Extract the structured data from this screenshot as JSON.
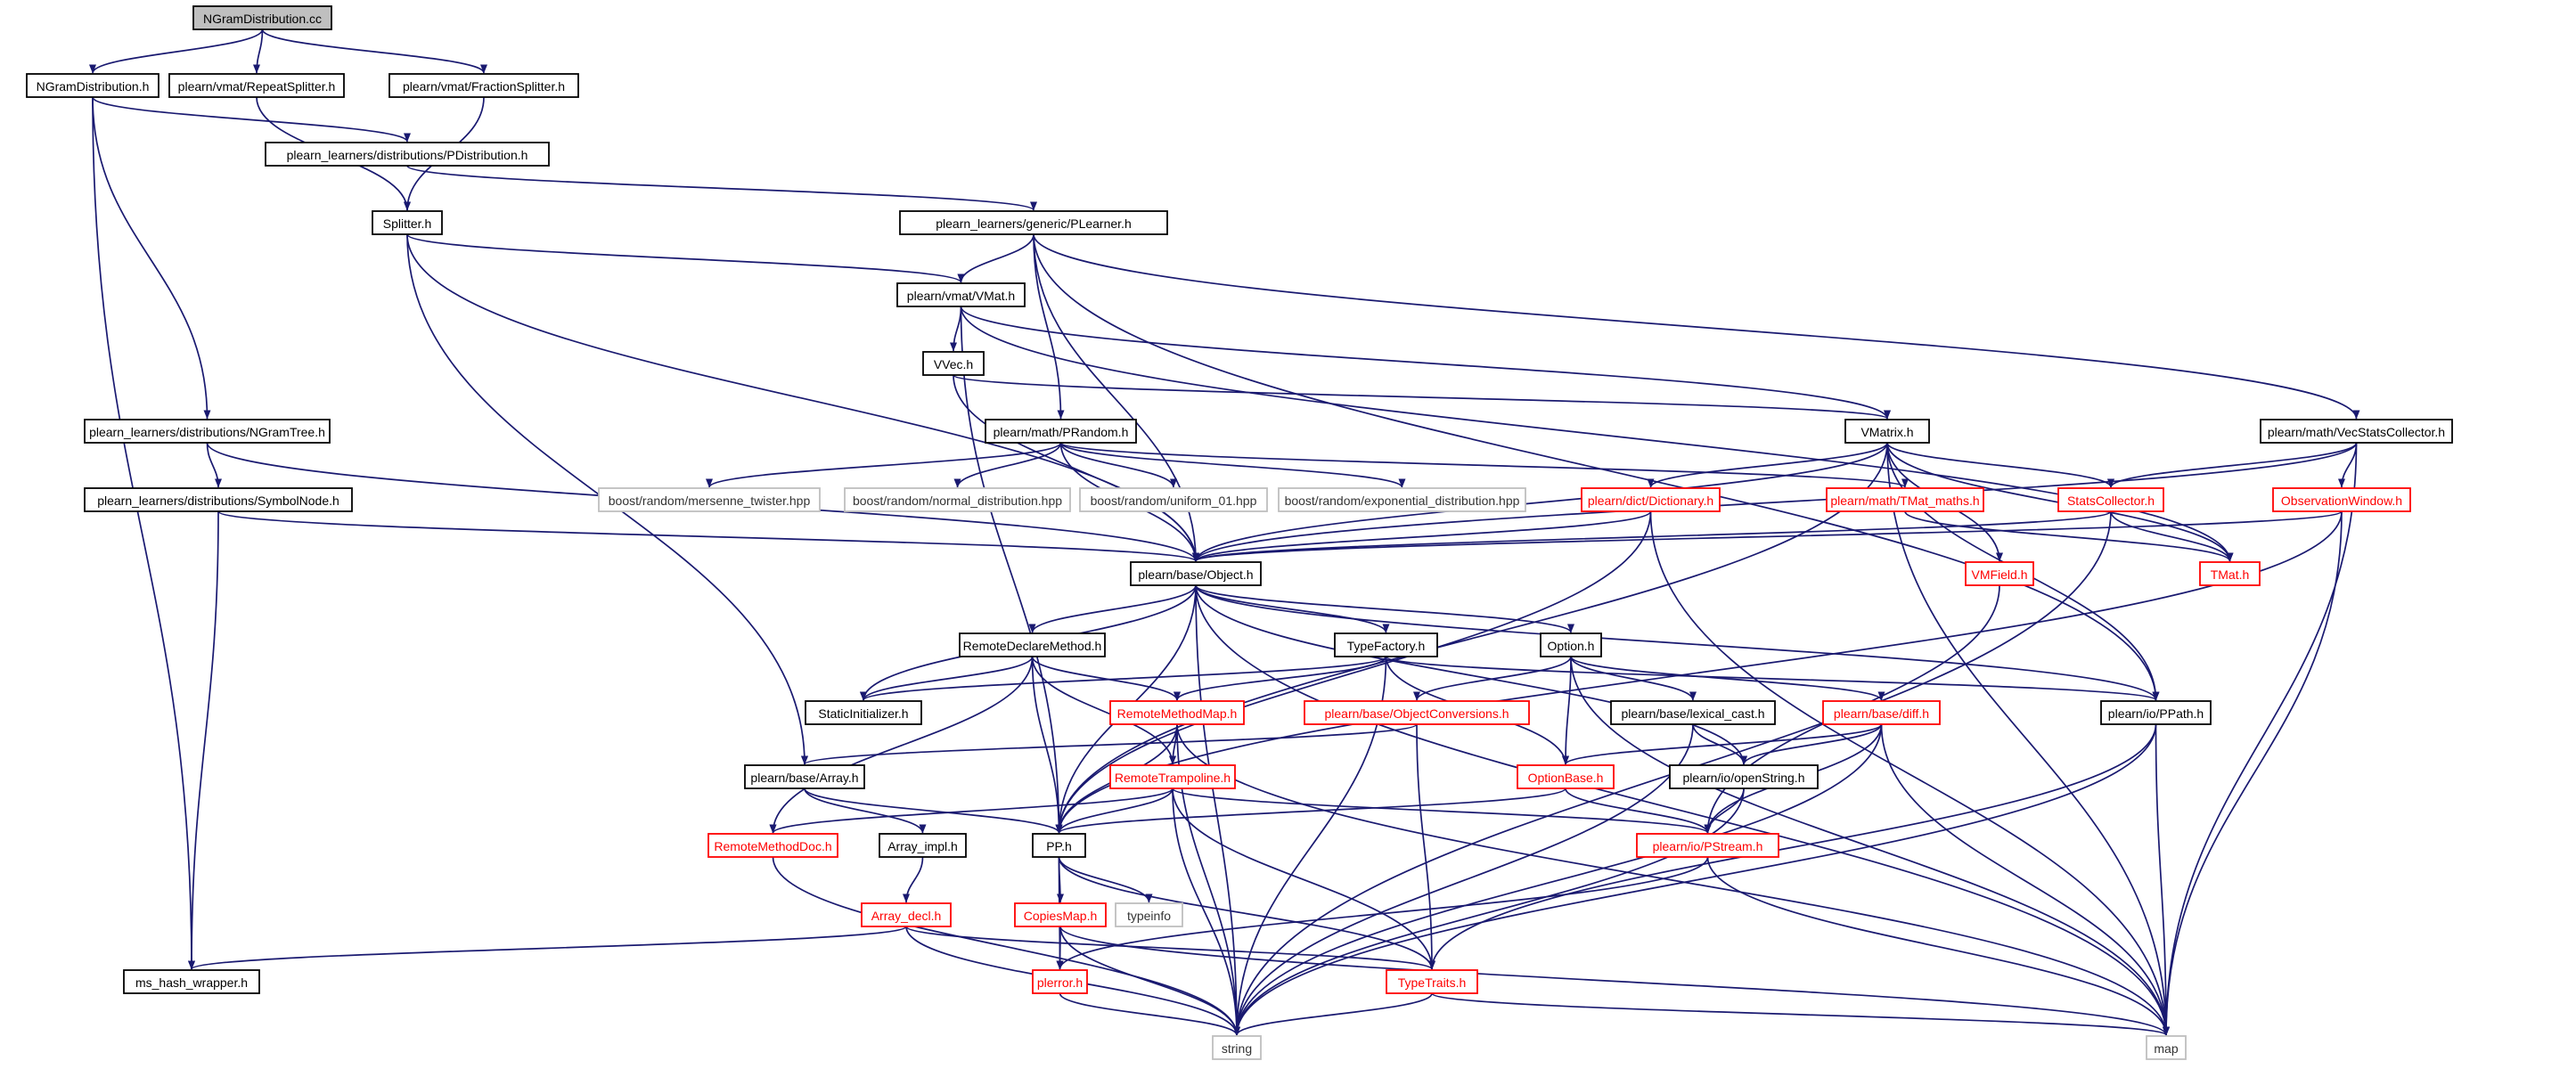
{
  "colors": {
    "edge": "#191970",
    "box_normal": "#000000",
    "box_missing": "#ff0000",
    "box_external": "#bfbfbf",
    "focus_fill": "#bfbfbf",
    "text_normal": "#000000",
    "text_missing": "#ff0000",
    "text_external": "#333333"
  },
  "nodes": [
    {
      "id": "ngdist_cc",
      "label": "NGramDistribution.cc",
      "kind": "focus"
    },
    {
      "id": "ngdist_h",
      "label": "NGramDistribution.h",
      "kind": "normal"
    },
    {
      "id": "repeat",
      "label": "plearn/vmat/RepeatSplitter.h",
      "kind": "normal"
    },
    {
      "id": "fraction",
      "label": "plearn/vmat/FractionSplitter.h",
      "kind": "normal"
    },
    {
      "id": "pdist",
      "label": "plearn_learners/distributions/PDistribution.h",
      "kind": "normal"
    },
    {
      "id": "splitter",
      "label": "Splitter.h",
      "kind": "normal"
    },
    {
      "id": "plearner",
      "label": "plearn_learners/generic/PLearner.h",
      "kind": "normal"
    },
    {
      "id": "vmat",
      "label": "plearn/vmat/VMat.h",
      "kind": "normal"
    },
    {
      "id": "vvec",
      "label": "VVec.h",
      "kind": "normal"
    },
    {
      "id": "ngramtree",
      "label": "plearn_learners/distributions/NGramTree.h",
      "kind": "normal"
    },
    {
      "id": "symbolnode",
      "label": "plearn_learners/distributions/SymbolNode.h",
      "kind": "normal"
    },
    {
      "id": "prandom",
      "label": "plearn/math/PRandom.h",
      "kind": "normal"
    },
    {
      "id": "vmatrix",
      "label": "VMatrix.h",
      "kind": "normal"
    },
    {
      "id": "vecstats",
      "label": "plearn/math/VecStatsCollector.h",
      "kind": "normal"
    },
    {
      "id": "mersenne",
      "label": "boost/random/mersenne_twister.hpp",
      "kind": "external"
    },
    {
      "id": "normal_dist",
      "label": "boost/random/normal_distribution.hpp",
      "kind": "external"
    },
    {
      "id": "uniform01",
      "label": "boost/random/uniform_01.hpp",
      "kind": "external"
    },
    {
      "id": "expdist",
      "label": "boost/random/exponential_distribution.hpp",
      "kind": "external"
    },
    {
      "id": "dictionary",
      "label": "plearn/dict/Dictionary.h",
      "kind": "missing"
    },
    {
      "id": "tmat_maths",
      "label": "plearn/math/TMat_maths.h",
      "kind": "missing"
    },
    {
      "id": "statscollector",
      "label": "StatsCollector.h",
      "kind": "missing"
    },
    {
      "id": "obswindow",
      "label": "ObservationWindow.h",
      "kind": "missing"
    },
    {
      "id": "object",
      "label": "plearn/base/Object.h",
      "kind": "normal"
    },
    {
      "id": "vmfield",
      "label": "VMField.h",
      "kind": "missing"
    },
    {
      "id": "tmat",
      "label": "TMat.h",
      "kind": "missing"
    },
    {
      "id": "remotedecl",
      "label": "RemoteDeclareMethod.h",
      "kind": "normal"
    },
    {
      "id": "typefactory",
      "label": "TypeFactory.h",
      "kind": "normal"
    },
    {
      "id": "option",
      "label": "Option.h",
      "kind": "normal"
    },
    {
      "id": "staticinit",
      "label": "StaticInitializer.h",
      "kind": "normal"
    },
    {
      "id": "remotemethodmap",
      "label": "RemoteMethodMap.h",
      "kind": "missing"
    },
    {
      "id": "objconv",
      "label": "plearn/base/ObjectConversions.h",
      "kind": "missing"
    },
    {
      "id": "lexical",
      "label": "plearn/base/lexical_cast.h",
      "kind": "normal"
    },
    {
      "id": "diff",
      "label": "plearn/base/diff.h",
      "kind": "missing"
    },
    {
      "id": "ppath",
      "label": "plearn/io/PPath.h",
      "kind": "normal"
    },
    {
      "id": "array",
      "label": "plearn/base/Array.h",
      "kind": "normal"
    },
    {
      "id": "remotetramp",
      "label": "RemoteTrampoline.h",
      "kind": "missing"
    },
    {
      "id": "optionbase",
      "label": "OptionBase.h",
      "kind": "missing"
    },
    {
      "id": "openstring",
      "label": "plearn/io/openString.h",
      "kind": "normal"
    },
    {
      "id": "remotemethoddoc",
      "label": "RemoteMethodDoc.h",
      "kind": "missing"
    },
    {
      "id": "array_impl",
      "label": "Array_impl.h",
      "kind": "normal"
    },
    {
      "id": "pp",
      "label": "PP.h",
      "kind": "normal"
    },
    {
      "id": "pstream",
      "label": "plearn/io/PStream.h",
      "kind": "missing"
    },
    {
      "id": "array_decl",
      "label": "Array_decl.h",
      "kind": "missing"
    },
    {
      "id": "copiesmap",
      "label": "CopiesMap.h",
      "kind": "missing"
    },
    {
      "id": "typeinfo",
      "label": "typeinfo",
      "kind": "external"
    },
    {
      "id": "hashwrapper",
      "label": "ms_hash_wrapper.h",
      "kind": "normal"
    },
    {
      "id": "plerror",
      "label": "plerror.h",
      "kind": "missing"
    },
    {
      "id": "typetraits",
      "label": "TypeTraits.h",
      "kind": "missing"
    },
    {
      "id": "string",
      "label": "string",
      "kind": "external"
    },
    {
      "id": "map",
      "label": "map",
      "kind": "external"
    }
  ],
  "edges": [
    [
      "ngdist_cc",
      "ngdist_h"
    ],
    [
      "ngdist_cc",
      "repeat"
    ],
    [
      "ngdist_cc",
      "fraction"
    ],
    [
      "ngdist_h",
      "pdist"
    ],
    [
      "ngdist_h",
      "ngramtree"
    ],
    [
      "ngdist_h",
      "hashwrapper"
    ],
    [
      "repeat",
      "splitter"
    ],
    [
      "fraction",
      "splitter"
    ],
    [
      "pdist",
      "plearner"
    ],
    [
      "splitter",
      "vmat"
    ],
    [
      "splitter",
      "object"
    ],
    [
      "splitter",
      "array"
    ],
    [
      "plearner",
      "vmat"
    ],
    [
      "plearner",
      "prandom"
    ],
    [
      "plearner",
      "object"
    ],
    [
      "plearner",
      "vecstats"
    ],
    [
      "plearner",
      "ppath"
    ],
    [
      "vmat",
      "vvec"
    ],
    [
      "vmat",
      "vmatrix"
    ],
    [
      "vmat",
      "tmat"
    ],
    [
      "vmat",
      "pp"
    ],
    [
      "vvec",
      "vmatrix"
    ],
    [
      "vvec",
      "object"
    ],
    [
      "ngramtree",
      "symbolnode"
    ],
    [
      "ngramtree",
      "object"
    ],
    [
      "symbolnode",
      "object"
    ],
    [
      "symbolnode",
      "hashwrapper"
    ],
    [
      "prandom",
      "mersenne"
    ],
    [
      "prandom",
      "normal_dist"
    ],
    [
      "prandom",
      "uniform01"
    ],
    [
      "prandom",
      "expdist"
    ],
    [
      "prandom",
      "object"
    ],
    [
      "prandom",
      "tmat_maths"
    ],
    [
      "vmatrix",
      "dictionary"
    ],
    [
      "vmatrix",
      "statscollector"
    ],
    [
      "vmatrix",
      "vmfield"
    ],
    [
      "vmatrix",
      "tmat"
    ],
    [
      "vmatrix",
      "object"
    ],
    [
      "vmatrix",
      "ppath"
    ],
    [
      "vmatrix",
      "map"
    ],
    [
      "vmatrix",
      "pp"
    ],
    [
      "vecstats",
      "statscollector"
    ],
    [
      "vecstats",
      "obswindow"
    ],
    [
      "vecstats",
      "object"
    ],
    [
      "vecstats",
      "map"
    ],
    [
      "dictionary",
      "object"
    ],
    [
      "dictionary",
      "pp"
    ],
    [
      "dictionary",
      "map"
    ],
    [
      "tmat_maths",
      "tmat"
    ],
    [
      "statscollector",
      "object"
    ],
    [
      "statscollector",
      "tmat"
    ],
    [
      "statscollector",
      "string"
    ],
    [
      "obswindow",
      "object"
    ],
    [
      "obswindow",
      "pp"
    ],
    [
      "obswindow",
      "map"
    ],
    [
      "vmfield",
      "pstream"
    ],
    [
      "object",
      "remotedecl"
    ],
    [
      "object",
      "typefactory"
    ],
    [
      "object",
      "option"
    ],
    [
      "object",
      "staticinit"
    ],
    [
      "object",
      "ppath"
    ],
    [
      "object",
      "openstring"
    ],
    [
      "object",
      "pp"
    ],
    [
      "object",
      "string"
    ],
    [
      "object",
      "map"
    ],
    [
      "remotedecl",
      "staticinit"
    ],
    [
      "remotedecl",
      "remotemethodmap"
    ],
    [
      "remotedecl",
      "remotetramp"
    ],
    [
      "remotedecl",
      "remotemethoddoc"
    ],
    [
      "remotedecl",
      "pp"
    ],
    [
      "typefactory",
      "remotemethodmap"
    ],
    [
      "typefactory",
      "staticinit"
    ],
    [
      "typefactory",
      "optionbase"
    ],
    [
      "typefactory",
      "ppath"
    ],
    [
      "typefactory",
      "string"
    ],
    [
      "option",
      "objconv"
    ],
    [
      "option",
      "lexical"
    ],
    [
      "option",
      "diff"
    ],
    [
      "option",
      "optionbase"
    ],
    [
      "option",
      "map"
    ],
    [
      "remotemethodmap",
      "remotetramp"
    ],
    [
      "remotemethodmap",
      "pp"
    ],
    [
      "remotemethodmap",
      "string"
    ],
    [
      "remotemethodmap",
      "map"
    ],
    [
      "objconv",
      "array"
    ],
    [
      "objconv",
      "typetraits"
    ],
    [
      "lexical",
      "openstring"
    ],
    [
      "lexical",
      "string"
    ],
    [
      "diff",
      "optionbase"
    ],
    [
      "diff",
      "openstring"
    ],
    [
      "diff",
      "pstream"
    ],
    [
      "diff",
      "string"
    ],
    [
      "diff",
      "map"
    ],
    [
      "ppath",
      "typetraits"
    ],
    [
      "ppath",
      "string"
    ],
    [
      "ppath",
      "map"
    ],
    [
      "array",
      "array_impl"
    ],
    [
      "array",
      "pp"
    ],
    [
      "remotetramp",
      "remotemethoddoc"
    ],
    [
      "remotetramp",
      "pp"
    ],
    [
      "remotetramp",
      "pstream"
    ],
    [
      "remotetramp",
      "typetraits"
    ],
    [
      "remotetramp",
      "string"
    ],
    [
      "optionbase",
      "pp"
    ],
    [
      "optionbase",
      "pstream"
    ],
    [
      "openstring",
      "pstream"
    ],
    [
      "openstring",
      "string"
    ],
    [
      "remotemethoddoc",
      "string"
    ],
    [
      "array_impl",
      "array_decl"
    ],
    [
      "pp",
      "copiesmap"
    ],
    [
      "pp",
      "typeinfo"
    ],
    [
      "pp",
      "plerror"
    ],
    [
      "pp",
      "typetraits"
    ],
    [
      "pstream",
      "plerror"
    ],
    [
      "pstream",
      "map"
    ],
    [
      "array_decl",
      "hashwrapper"
    ],
    [
      "array_decl",
      "typetraits"
    ],
    [
      "array_decl",
      "string"
    ],
    [
      "copiesmap",
      "plerror"
    ],
    [
      "copiesmap",
      "string"
    ],
    [
      "copiesmap",
      "map"
    ],
    [
      "plerror",
      "string"
    ],
    [
      "typetraits",
      "string"
    ],
    [
      "typetraits",
      "map"
    ]
  ]
}
